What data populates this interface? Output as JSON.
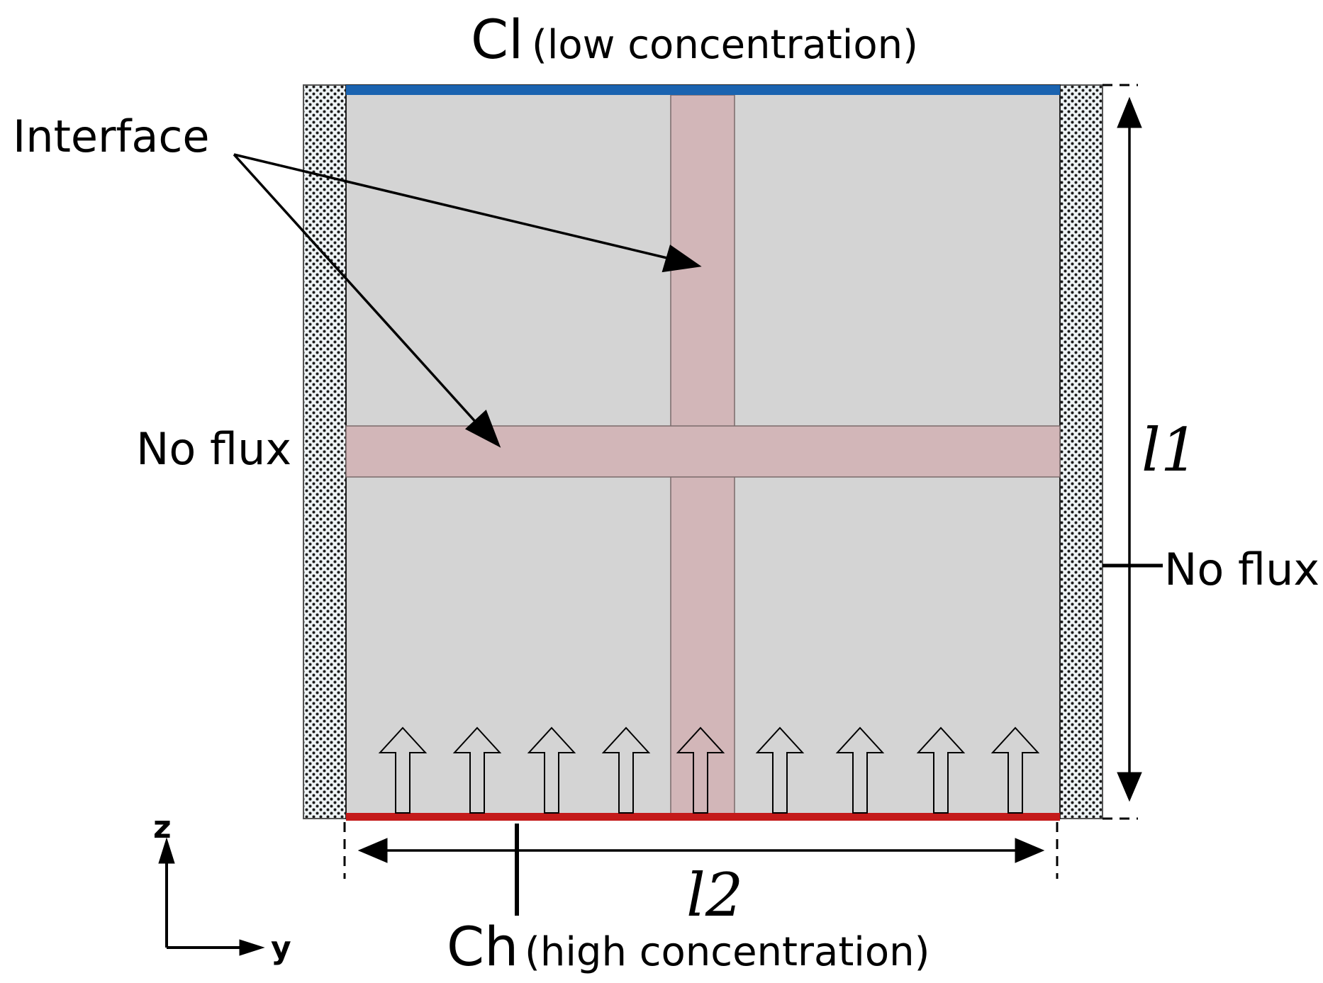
{
  "labels": {
    "top_main": "Cl",
    "top_desc": "(low concentration)",
    "bottom_main": "Ch",
    "bottom_desc": "(high concentration)",
    "interface": "Interface",
    "no_flux_left": "No flux",
    "no_flux_right": "No flux",
    "dim_vertical": "l1",
    "dim_horizontal": "l2",
    "axis_z": "z",
    "axis_y": "y"
  },
  "colors": {
    "domain_fill": "#d4d4d4",
    "interface_fill": "#d2b6b8",
    "low_boundary": "#1a63b0",
    "high_boundary": "#c41a1a",
    "wall_fill": "#eef3f5",
    "wall_dots": "#1a1a1a"
  },
  "flux_arrow_count": 9
}
